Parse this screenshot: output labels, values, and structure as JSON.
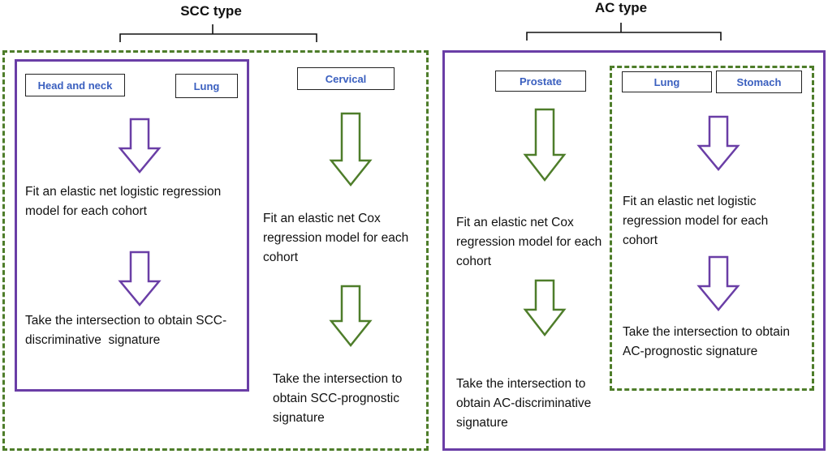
{
  "headers": {
    "scc": "SCC type",
    "ac": "AC type"
  },
  "scc": {
    "labels": {
      "head_neck": "Head and neck",
      "lung": "Lung",
      "cervical": "Cervical"
    },
    "logistic_step": "Fit an elastic net logistic regression model for each cohort",
    "discriminative_step": "Take the intersection to obtain SCC-discriminative  signature",
    "cox_step": "Fit an elastic net Cox regression model for each cohort",
    "prognostic_step": "Take the intersection to obtain SCC-prognostic signature"
  },
  "ac": {
    "labels": {
      "prostate": "Prostate",
      "lung": "Lung",
      "stomach": "Stomach"
    },
    "cox_step": "Fit an elastic net Cox regression model for each cohort",
    "discriminative_step": "Take the intersection to obtain AC-discriminative signature",
    "logistic_step": "Fit an elastic net logistic regression model for each cohort",
    "prognostic_step": "Take the intersection to obtain AC-prognostic signature"
  },
  "colors": {
    "purple": "#6a3ea6",
    "green": "#4e7d2a",
    "label_text": "#3a5fbf"
  }
}
